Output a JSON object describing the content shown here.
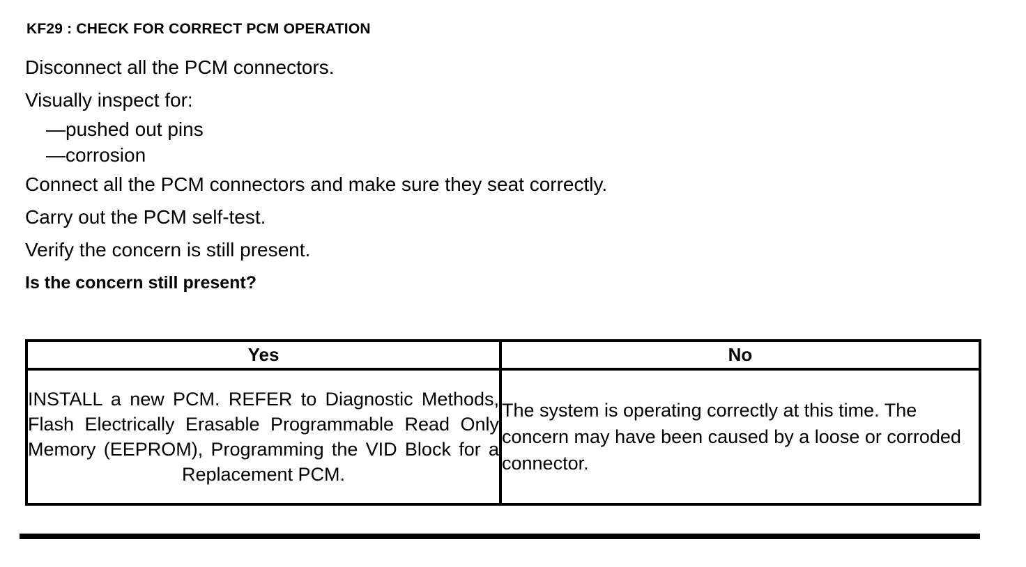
{
  "document": {
    "title": "KF29 : CHECK FOR CORRECT PCM OPERATION",
    "steps": [
      "Disconnect all the PCM connectors.",
      "Visually inspect for:"
    ],
    "substeps": [
      "—pushed out pins",
      "—corrosion"
    ],
    "steps_after": [
      "Connect all the PCM connectors and make sure they seat correctly.",
      "Carry out the PCM self-test.",
      "Verify the concern is still present."
    ],
    "question": "Is the concern still present?"
  },
  "decision_table": {
    "headers": {
      "yes": "Yes",
      "no": "No"
    },
    "cells": {
      "yes": "INSTALL a new PCM. REFER to Diagnostic Methods, Flash Electrically Erasable Programmable Read Only Memory (EEPROM), Programming the VID Block for a Replacement PCM.",
      "no": "The system is operating correctly at this time. The concern may have been caused by a loose or corroded connector."
    }
  }
}
